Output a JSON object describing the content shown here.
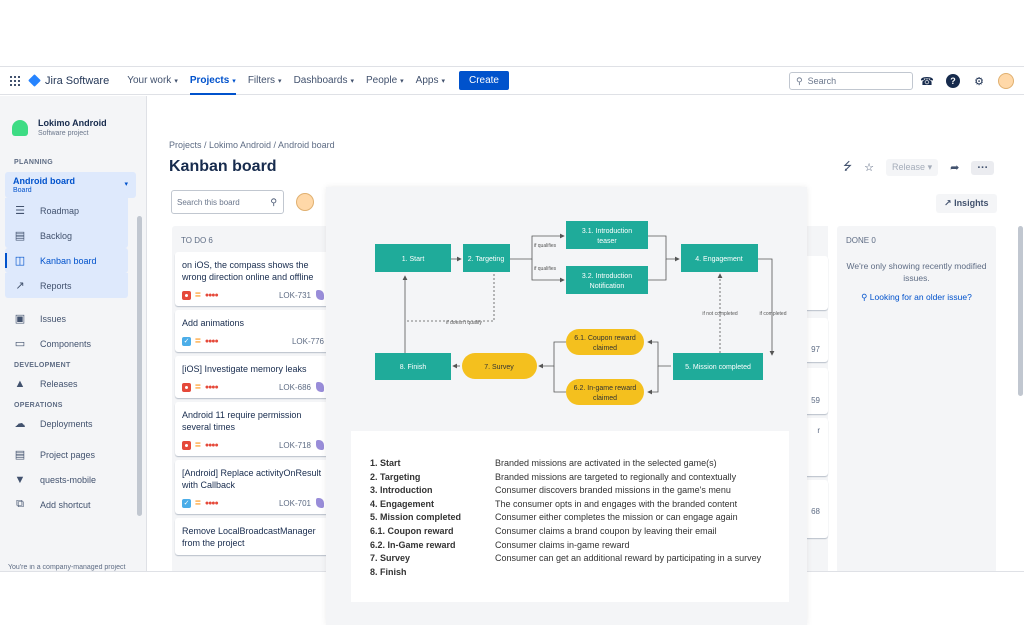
{
  "topnav": {
    "brand": "Jira Software",
    "items": [
      {
        "label": "Your work"
      },
      {
        "label": "Projects"
      },
      {
        "label": "Filters"
      },
      {
        "label": "Dashboards"
      },
      {
        "label": "People"
      },
      {
        "label": "Apps"
      }
    ],
    "active_item": "Projects",
    "create_label": "Create",
    "search_placeholder": "Search"
  },
  "sidebar": {
    "project_name": "Lokimo Android",
    "project_type": "Software project",
    "planning_title": "PLANNING",
    "board_selector": {
      "title": "Android board",
      "subtitle": "Board"
    },
    "planning_items": [
      {
        "label": "Roadmap",
        "icon": "roadmap-icon"
      },
      {
        "label": "Backlog",
        "icon": "backlog-icon"
      },
      {
        "label": "Kanban board",
        "icon": "board-icon",
        "active": true
      },
      {
        "label": "Reports",
        "icon": "reports-icon"
      }
    ],
    "issues_items": [
      {
        "label": "Issues",
        "icon": "issues-icon"
      },
      {
        "label": "Components",
        "icon": "components-icon"
      }
    ],
    "development_title": "DEVELOPMENT",
    "development_items": [
      {
        "label": "Releases",
        "icon": "releases-icon"
      }
    ],
    "operations_title": "OPERATIONS",
    "operations_items": [
      {
        "label": "Deployments",
        "icon": "deployments-icon"
      }
    ],
    "extra_items": [
      {
        "label": "Project pages",
        "icon": "pages-icon"
      },
      {
        "label": "quests-mobile",
        "icon": "repo-icon"
      },
      {
        "label": "Add shortcut",
        "icon": "add-shortcut-icon"
      }
    ],
    "footer": "You're in a company-managed project"
  },
  "main": {
    "breadcrumbs": "Projects  /  Lokimo Android  /  Android board",
    "title": "Kanban board",
    "release_label": "Release",
    "board_search_placeholder": "Search this board",
    "insights_label": "Insights",
    "todo": {
      "header": "TO DO  6",
      "cards": [
        {
          "title": "on iOS, the compass shows the wrong direction online and offline",
          "key": "LOK-731",
          "type": "bug"
        },
        {
          "title": "Add animations",
          "key": "LOK-776",
          "type": "task"
        },
        {
          "title": "[iOS] Investigate memory leaks",
          "key": "LOK-686",
          "type": "bug"
        },
        {
          "title": "Android 11 require permission several times",
          "key": "LOK-718",
          "type": "bug"
        },
        {
          "title": "[Android] Replace activityOnResult with Callback",
          "key": "LOK-701",
          "type": "task"
        },
        {
          "title": "Remove LocalBroadcastManager from the project",
          "key": "",
          "type": "task"
        }
      ]
    },
    "mid_fragments": [
      "97",
      "59",
      "r",
      "68"
    ],
    "done": {
      "header": "DONE  0",
      "message": "We're only showing recently modified issues.",
      "link": "Looking for an older issue?"
    }
  },
  "flowchart": {
    "nodes": {
      "start": "1. Start",
      "targeting": "2. Targeting",
      "intro_teaser": [
        "3.1. Introduction",
        "teaser"
      ],
      "intro_notification": [
        "3.2. Introduction",
        "Notification"
      ],
      "engagement": "4. Engagement",
      "mission_completed": "5. Mission completed",
      "coupon_reward": [
        "6.1. Coupon reward",
        "claimed"
      ],
      "ingame_reward": [
        "6.2. In-game reward",
        "claimed"
      ],
      "survey": "7. Survey",
      "finish": "8. Finish"
    },
    "edge_labels": {
      "if_qualifies_1": "if qualifies",
      "if_qualifies_2": "if qualifies",
      "if_doesnt_qualify": "if doesn't qualify",
      "if_not_completed": "if not completed",
      "if_completed": "if completed"
    },
    "colors": {
      "teal": "#1fab9a",
      "yellow": "#f4c01e"
    }
  },
  "legend": [
    {
      "term": "1. Start",
      "desc": "Branded missions are activated in the selected game(s)"
    },
    {
      "term": "2. Targeting",
      "desc": "Branded missions are targeted to regionally and contextually"
    },
    {
      "term": "3. Introduction",
      "desc": "Consumer discovers branded missions in the game's menu"
    },
    {
      "term": "4. Engagement",
      "desc": "The consumer opts in and engages with the branded content"
    },
    {
      "term": "5. Mission completed",
      "desc": "Consumer either completes the mission or can engage again"
    },
    {
      "term": "6.1. Coupon reward",
      "desc": "Consumer claims a brand coupon by leaving their email"
    },
    {
      "term": "6.2. In-Game reward",
      "desc": "Consumer claims in-game reward"
    },
    {
      "term": "7. Survey",
      "desc": "Consumer can get an additional reward by participating in a survey"
    },
    {
      "term": "8. Finish",
      "desc": ""
    }
  ]
}
